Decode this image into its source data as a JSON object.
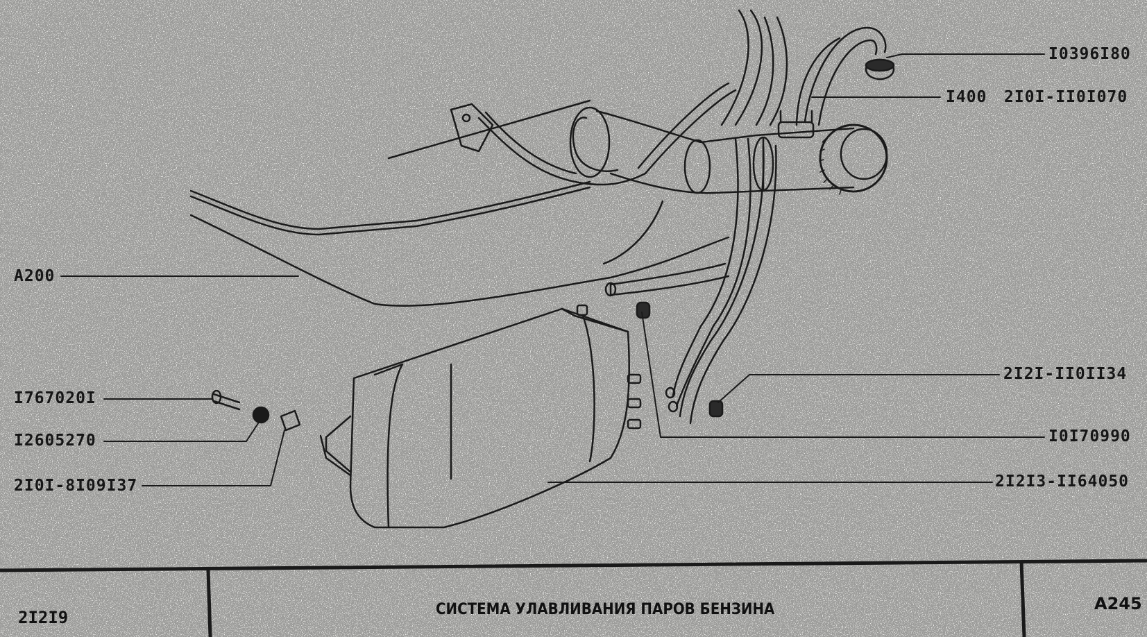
{
  "callouts": {
    "hose_clamp": "I0396I80",
    "hose_1400": "I400",
    "filler_pipe": "2I0I-II0I070",
    "tank_a200": "A200",
    "bolt": "I767020I",
    "washer": "I2605270",
    "bracket_nut": "2I0I-8I09I37",
    "clip_tube": "2I2I-II0II34",
    "plug": "I0I70990",
    "canister": "2I2I3-II64050"
  },
  "title_block": {
    "model": "2I2I9",
    "title": "СИСТЕМА УЛАВЛИВАНИЯ ПАРОВ БЕНЗИНА",
    "sheet": "А245"
  }
}
